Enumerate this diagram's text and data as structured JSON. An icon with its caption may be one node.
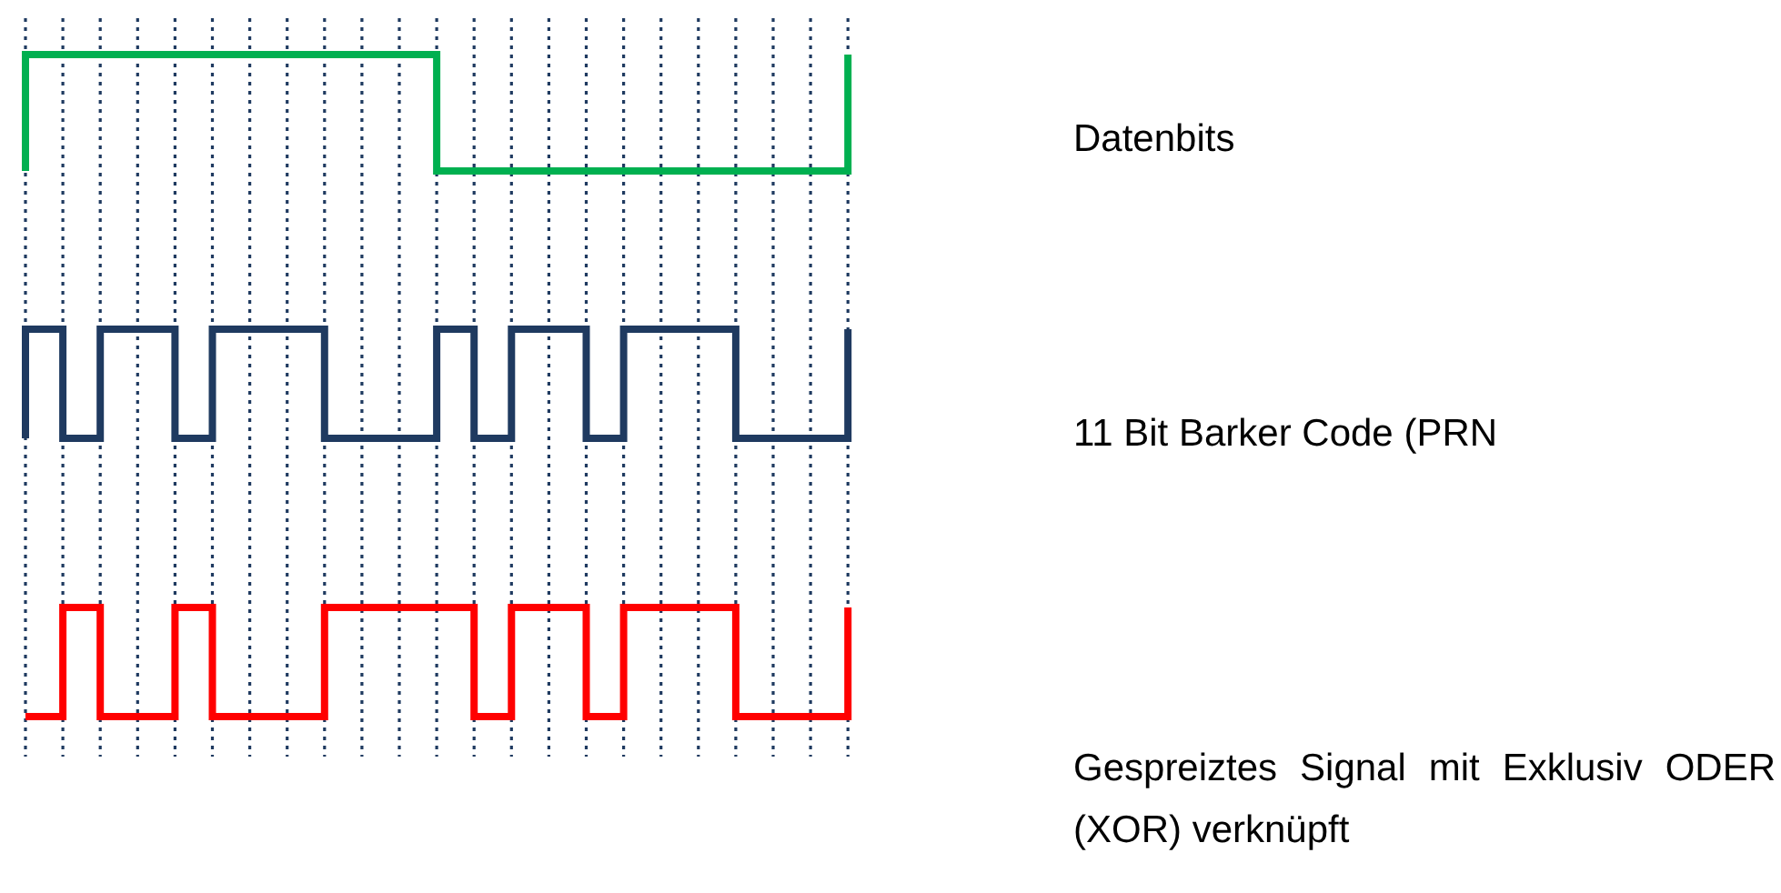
{
  "diagram": {
    "labels": [
      "Datenbits",
      "11 Bit Barker Code (PRN",
      "Gespreiztes Signal mit Exklusiv ODER (XOR) verknüpft"
    ]
  }
}
